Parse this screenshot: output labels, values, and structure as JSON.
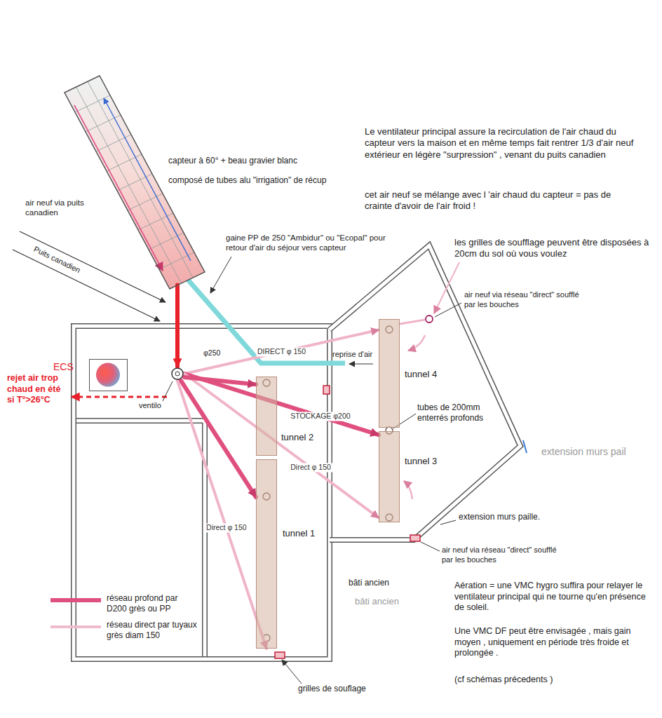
{
  "diagram": {
    "nodes": [
      {
        "text": [
          "capteur à 60° + beau gravier blanc",
          "composé de tubes alu \"irrigation\" de récup"
        ]
      },
      {
        "text": [
          "ECS"
        ]
      },
      {
        "text": [
          "ventilo"
        ]
      },
      {
        "text": [
          "tunnel 2"
        ]
      },
      {
        "text": [
          "tunnel 1"
        ]
      },
      {
        "text": [
          "tunnel 4"
        ]
      },
      {
        "text": [
          "tunnel 3"
        ]
      }
    ],
    "edges": [
      {
        "from": 0,
        "to": 2,
        "arrow": "to"
      },
      {
        "from": 2,
        "to": 5,
        "label": "DIRECT φ 150",
        "arrow": "to"
      },
      {
        "from": 2,
        "to": 6,
        "label": "STOCKAGE φ200",
        "arrow": "to"
      },
      {
        "from": 2,
        "to": 6,
        "label": "Direct φ 150",
        "arrow": "to"
      },
      {
        "from": 2,
        "to": 3,
        "arrow": "to"
      },
      {
        "from": 2,
        "to": 4,
        "arrow": "to"
      },
      {
        "from": 2,
        "to": 4,
        "label": "Direct φ 150",
        "arrow": "to"
      }
    ],
    "labels": [
      "Le ventilateur principal assure la recirculation de l'air chaud du capteur vers la maison et en même temps fait rentrer 1/3 d'air neuf extérieur en légère \"surpression\" , venant du puits canadien",
      "cet air neuf se mélange avec l 'air chaud du capteur = pas de crainte d'avoir de l'air froid !",
      "air neuf via puits canadien",
      "Puits canadien",
      "gaine PP de 250 \"Ambidur\" ou \"Ecopal\" pour retour d'air du séjour vers capteur",
      "les grilles de soufflage peuvent être disposées à 20cm du sol où vous voulez",
      "air neuf via réseau \"direct\" soufflé par les bouches",
      "φ250",
      "reprise d'air",
      "tubes de 200mm enterrés profonds",
      "extension murs pail",
      "extension murs paille.",
      "air neuf via réseau \"direct\" soufflé par les bouches",
      "rejet air trop chaud en été si T°>26°C",
      "bâti ancien",
      "bâti ancien",
      "grilles de souflage",
      "Aération = une VMC hygro suffira pour relayer le ventilateur principal qui ne tourne qu'en présence de soleil.",
      "Une VMC DF peut être envisagée , mais gain moyen , uniquement en période très froide et prolongée .",
      "(cf schémas précedents )"
    ],
    "legend": [
      {
        "text": "réseau profond par D200 grès ou PP"
      },
      {
        "text": "réseau direct par tuyaux grès diam 150"
      }
    ]
  }
}
